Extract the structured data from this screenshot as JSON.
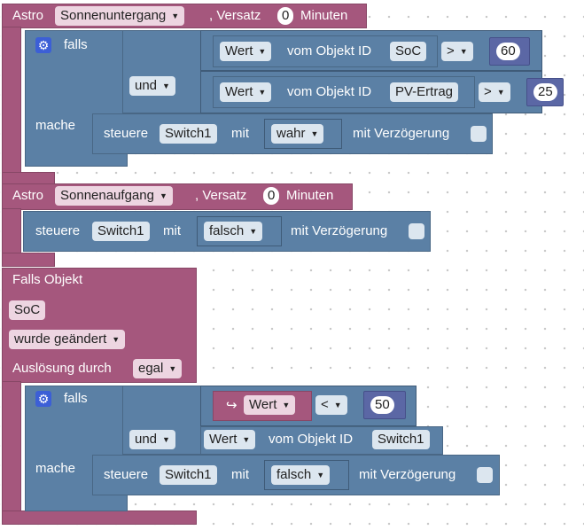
{
  "astro": {
    "label": "Astro",
    "offset_label": ", Versatz",
    "minutes_label": "Minuten",
    "event1": "Sonnenuntergang",
    "offset1": "0",
    "event2": "Sonnenaufgang",
    "offset2": "0"
  },
  "block_labels": {
    "if": "falls",
    "do": "mache",
    "and": "und",
    "value": "Wert",
    "of_object": "vom Objekt ID",
    "control": "steuere",
    "with": "mit",
    "with_delay": "mit Verzögerung",
    "if_object": "Falls Objekt",
    "triggered_by": "Auslösung durch"
  },
  "block1": {
    "cond1_object": "SoC",
    "cond1_op": ">",
    "cond1_value": "60",
    "cond2_object": "PV-Ertrag",
    "cond2_op": ">",
    "cond2_value": "25",
    "action_object": "Switch1",
    "action_value": "wahr"
  },
  "block2": {
    "action_object": "Switch1",
    "action_value": "falsch"
  },
  "block3": {
    "object": "SoC",
    "change": "wurde geändert",
    "trigger": "egal",
    "cond1_op": "<",
    "cond1_value": "50",
    "cond2_object": "Switch1",
    "action_object": "Switch1",
    "action_value": "falsch",
    "value_icon": "return-arrow-icon"
  },
  "colors": {
    "logic_pink": "#a5577d",
    "blockly_blue": "#5b80a5",
    "math_purple": "#5b67a5",
    "gear_blue": "#3c5fd6"
  }
}
